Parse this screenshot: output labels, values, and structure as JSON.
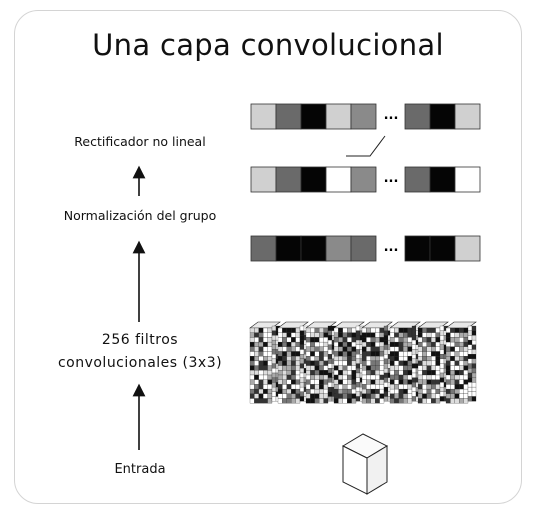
{
  "title": "Una capa convolucional",
  "labels": {
    "rectifier": "Rectificador no lineal",
    "normalization": "Normalización del grupo",
    "filters_line1": "256 filtros",
    "filters_line2": "convolucionales (3x3)",
    "input": "Entrada"
  },
  "ellipsis": "...",
  "rows": [
    {
      "name": "rectifier-row",
      "left": [
        "#d0d0d0",
        "#6a6a6a",
        "#050505",
        "#d0d0d0",
        "#8a8a8a"
      ],
      "right": [
        "#6a6a6a",
        "#050505",
        "#d0d0d0"
      ]
    },
    {
      "name": "normalization-row",
      "left": [
        "#d0d0d0",
        "#6a6a6a",
        "#050505",
        "#ffffff",
        "#8a8a8a"
      ],
      "right": [
        "#6a6a6a",
        "#050505",
        "#ffffff"
      ]
    },
    {
      "name": "conv-output-row",
      "left": [
        "#6a6a6a",
        "#050505",
        "#050505",
        "#8a8a8a",
        "#6a6a6a"
      ],
      "right": [
        "#050505",
        "#050505",
        "#d0d0d0"
      ]
    }
  ]
}
